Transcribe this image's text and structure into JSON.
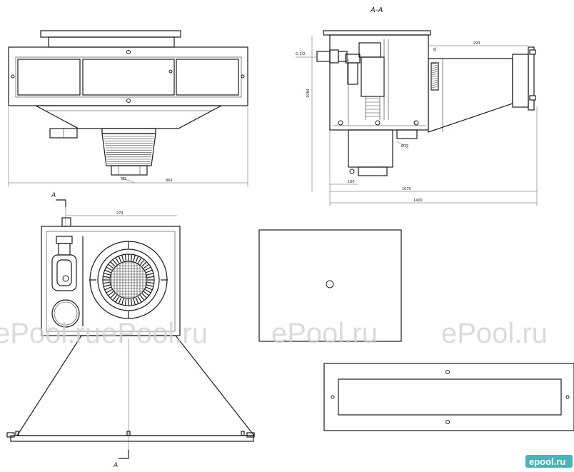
{
  "section_title": "A-A",
  "section_marks": {
    "top": "A",
    "bottom": "A"
  },
  "dimensions": {
    "front_width": "964",
    "front_pipe": "Ø2",
    "side_thread": "G 3/2",
    "side_height": "1084",
    "side_top_right": "41",
    "side_top_span": "293",
    "side_bottom_small": "100",
    "side_bottom_mid": "1070",
    "side_bottom_total": "1400",
    "side_pipe": "Ø75",
    "plan_width": "279"
  },
  "watermark": "ePool.ru",
  "logo_text": "epool.ru",
  "colors": {
    "logo_bg": "#4bb3b8",
    "watermark": "#d0d0d0",
    "line": "#1a1a1a"
  }
}
